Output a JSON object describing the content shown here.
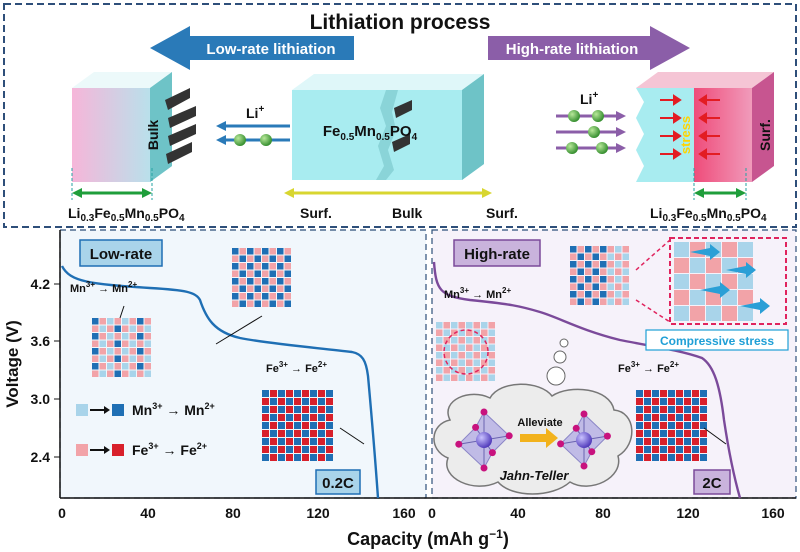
{
  "top": {
    "title": "Lithiation process",
    "low_rate_arrow": "Low-rate lithiation",
    "high_rate_arrow": "High-rate lithiation",
    "left_block": {
      "label": "Bulk",
      "composition": "Li0.3Fe0.5Mn0.5PO4"
    },
    "center_block": {
      "composition": "Fe0.5Mn0.5PO4",
      "labels": [
        "Surf.",
        "Bulk",
        "Surf."
      ]
    },
    "right_block": {
      "stress": "stress",
      "surface": "Surf.",
      "composition": "Li0.3Fe0.5Mn0.5PO4"
    },
    "li_ion": "Li+"
  },
  "bottom": {
    "left": {
      "badge": "Low-rate",
      "rate": "0.2C",
      "mn_label": "Mn3+ → Mn2+",
      "fe_label": "Fe3+ → Fe2+",
      "legend": [
        "Mn3+ → Mn2+",
        "Fe3+ → Fe2+"
      ]
    },
    "right": {
      "badge": "High-rate",
      "rate": "2C",
      "mn_label": "Mn3+ → Mn2+",
      "fe_label": "Fe3+ → Fe2+",
      "compressive": "Compressive stress",
      "alleviate": "Alleviate",
      "jahn_teller": "Jahn-Teller"
    },
    "ylabel": "Voltage (V)",
    "xlabel": "Capacity (mAh g−1)",
    "yticks": [
      "4.2",
      "3.6",
      "3.0",
      "2.4"
    ],
    "xticks": [
      "0",
      "40",
      "80",
      "120",
      "160"
    ]
  },
  "colors": {
    "mn_ox": "#a9d4ea",
    "mn_red": "#1f6fb4",
    "fe_ox": "#f2a3a8",
    "fe_red": "#d8202b",
    "low_curve": "#1f6fb4",
    "high_curve": "#7b4a9a",
    "arrow_low": "#2a7ab8",
    "arrow_high": "#8b5ea8"
  }
}
